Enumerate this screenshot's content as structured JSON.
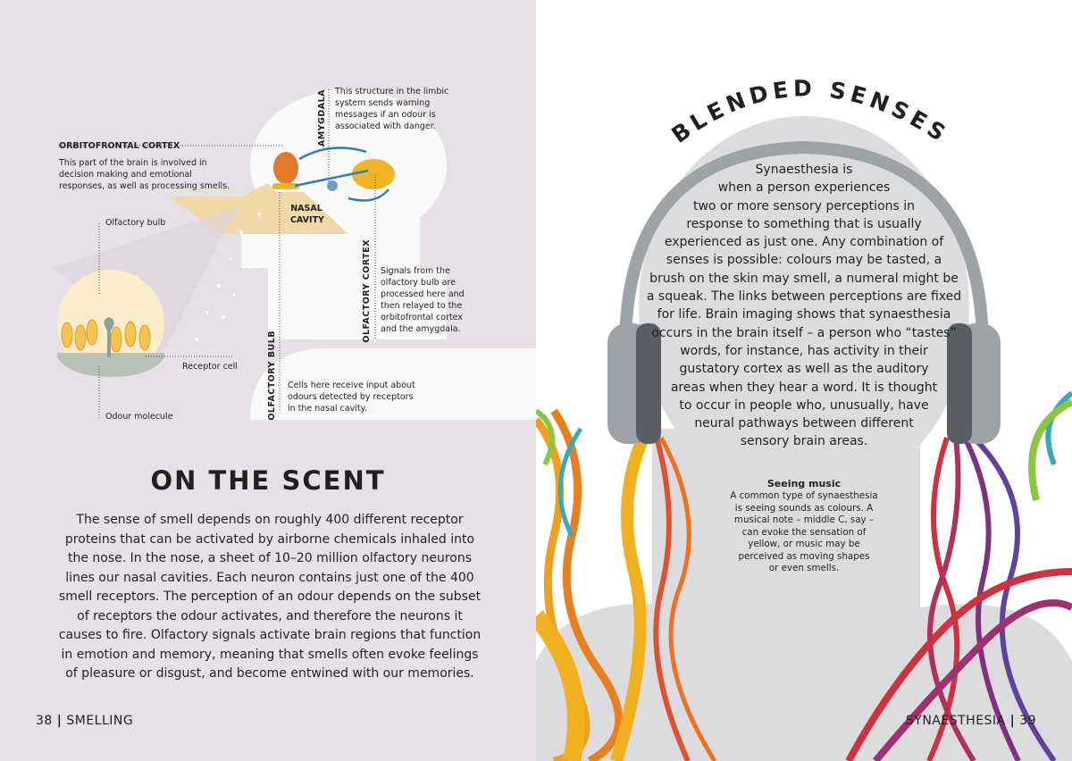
{
  "left_page": {
    "labels": {
      "amygdala": "AMYGDALA",
      "amygdala_desc": "This structure in the limbic system sends warning messages if an odour is associated with danger.",
      "orbitofrontal": "ORBITOFRONTAL CORTEX",
      "orbitofrontal_desc": "This part of the brain is involved in decision making and emotional responses, as well as processing smells.",
      "olfactory_bulb_small": "Olfactory bulb",
      "nasal_cavity_1": "NASAL",
      "nasal_cavity_2": "CAVITY",
      "olfactory_cortex": "OLFACTORY CORTEX",
      "olfactory_cortex_desc": "Signals from the olfactory bulb are processed here and then relayed to the orbitofrontal cortex and the amygdala.",
      "receptor_cell": "Receptor cell",
      "olfactory_bulb": "OLFACTORY BULB",
      "olfactory_bulb_desc": "Cells here receive input about odours detected by receptors in the nasal cavity.",
      "odour_molecule": "Odour molecule"
    },
    "title": "ON THE SCENT",
    "body": "The sense of smell depends on roughly 400 different receptor proteins that can be activated by airborne chemicals inhaled into the nose. In the nose, a sheet of 10–20 million olfactory neurons lines our nasal cavities. Each neuron contains just one of the 400 smell receptors. The perception of an odour depends on the subset of receptors the odour activates, and therefore the neurons it causes to fire. Olfactory signals activate brain regions that function in emotion and memory, meaning that smells often evoke feelings of pleasure or disgust, and become entwined with our memories.",
    "folio_number": "38",
    "folio_section": "SMELLING"
  },
  "right_page": {
    "title": "BLENDED SENSES",
    "intro_lines": [
      "Synaesthesia is",
      "when a person experiences",
      "two or more sensory perceptions in",
      "response to something that is usually",
      "experienced as just one. Any combination of",
      "senses is possible: colours may be tasted, a",
      "brush on the skin may smell, a numeral might be",
      "a squeak. The links between perceptions are fixed",
      "for life. Brain imaging shows that synaesthesia",
      "occurs in the brain itself – a person who “tastes”",
      "words, for instance, has activity in their",
      "gustatory cortex as well as the auditory",
      "areas when they hear a word. It is thought",
      "to occur in people who, unusually, have",
      "neural pathways between different",
      "sensory brain areas."
    ],
    "seeing_music_title": "Seeing music",
    "seeing_music_lines": [
      "A common type of synaesthesia",
      "is seeing sounds as colours. A",
      "musical note – middle C, say –",
      "can evoke the sensation of",
      "yellow, or music may be",
      "perceived as moving shapes",
      "or even smells."
    ],
    "folio_section": "SYNAESTHESIA",
    "folio_number": "39"
  }
}
